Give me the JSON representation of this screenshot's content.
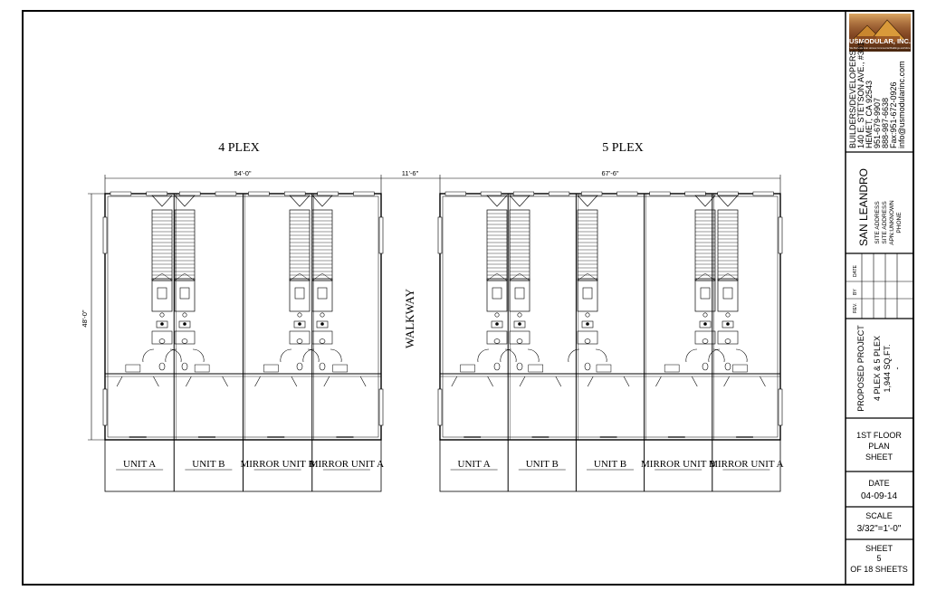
{
  "company": {
    "logo_text": "USMODULAR, INC.",
    "logo_tagline": "We Build Modular Homes Commercial Buildings and More",
    "lines": [
      "BUILDERS/DEVELOPERS",
      "140 E. STETSON AVE., #301,",
      "HEMET, CA 92543",
      "951-679-9907",
      "888-987-6638",
      "Fax:951-672-0926",
      "info@usmodularinc.com"
    ]
  },
  "site": {
    "name": "SAN LEANDRO",
    "lines": [
      "SITE ADDRESS",
      "SITE ADDRESS",
      "APN:UNKNOWN",
      "PHONE"
    ]
  },
  "revision": {
    "rev": "REV.",
    "by": "BY",
    "date": "DATE"
  },
  "project": {
    "label": "PROPOSED PROJECT",
    "line1": "4 PLEX & 5 PLEX",
    "line2": "1,944 SQ.FT.",
    "line3": "-"
  },
  "sheet_title": {
    "l1": "1ST FLOOR",
    "l2": "PLAN",
    "l3": "SHEET"
  },
  "date": {
    "label": "DATE",
    "value": "04-09-14"
  },
  "scale": {
    "label": "SCALE",
    "value": "3/32\"=1'-0\""
  },
  "sheet_no": {
    "label": "SHEET",
    "value": "5",
    "of": "OF 18 SHEETS"
  },
  "plan": {
    "walkway": "WALKWAY",
    "gap_dim": "11'-6\"",
    "four_plex": {
      "title": "4 PLEX",
      "width_dim": "54'-0\"",
      "depth_dim": "48'-0\"",
      "units": [
        "UNIT A",
        "UNIT B",
        "MIRROR UNIT B",
        "MIRROR UNIT A"
      ]
    },
    "five_plex": {
      "title": "5 PLEX",
      "width_dim": "67'-6\"",
      "units": [
        "UNIT A",
        "UNIT B",
        "UNIT B",
        "MIRROR UNIT B",
        "MIRROR UNIT A"
      ]
    }
  }
}
